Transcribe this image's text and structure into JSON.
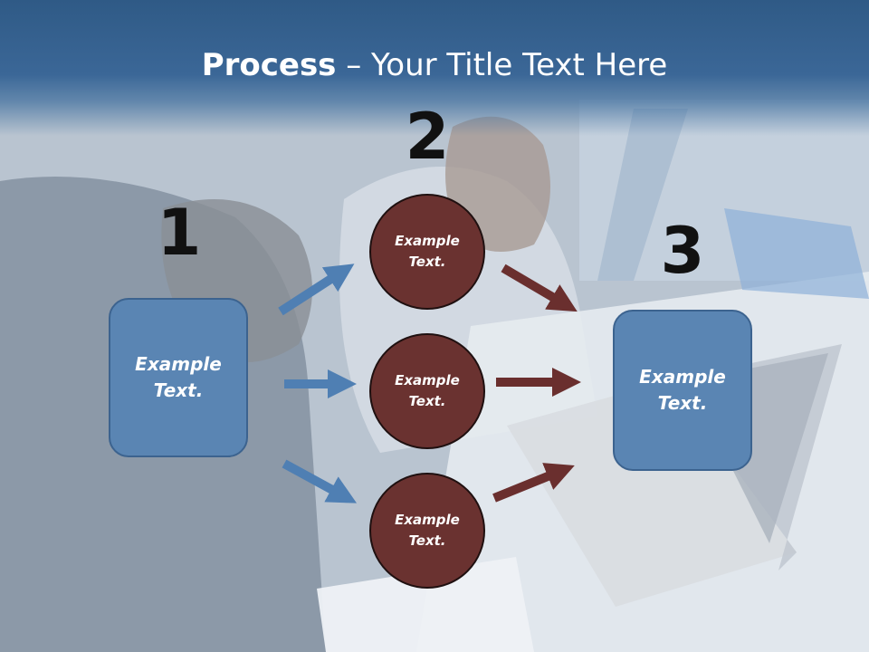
{
  "slide": {
    "title_bold": "Process",
    "title_rest": " – Your Title Text Here"
  },
  "steps": {
    "one": {
      "number": "1",
      "line1": "Example",
      "line2": "Text."
    },
    "two": {
      "number": "2"
    },
    "three": {
      "number": "3",
      "line1": "Example",
      "line2": "Text."
    }
  },
  "circles": [
    {
      "line1": "Example",
      "line2": "Text."
    },
    {
      "line1": "Example",
      "line2": "Text."
    },
    {
      "line1": "Example",
      "line2": "Text."
    }
  ],
  "colors": {
    "blue_box": "#5a85b3",
    "blue_arrow": "#4f7fb3",
    "circle_fill": "#6a3230",
    "red_arrow": "#6a2f2e",
    "title_bar": "#3b6797"
  }
}
